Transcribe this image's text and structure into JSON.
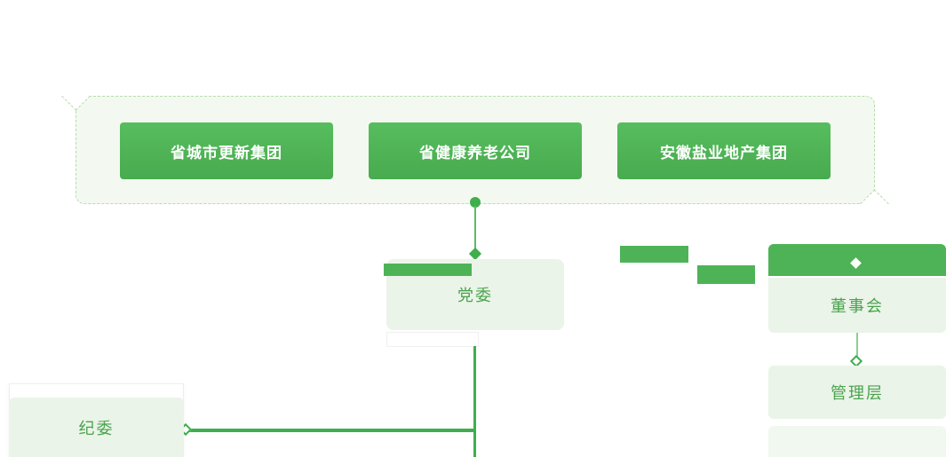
{
  "colors": {
    "primary_green": "#4eb357",
    "line_green": "#3fae4d",
    "light_node_bg": "#eaf4e8",
    "panel_bg": "#f3f9f0",
    "panel_border": "#b7dcae",
    "node_text_green": "#4aa34e"
  },
  "top_group": {
    "items": [
      {
        "label": "省城市更新集团"
      },
      {
        "label": "省健康养老公司"
      },
      {
        "label": "安徽盐业地产集团"
      }
    ]
  },
  "org": {
    "party_committee": "党委",
    "discipline_committee": "纪委",
    "board": "董事会",
    "management": "管理层"
  }
}
